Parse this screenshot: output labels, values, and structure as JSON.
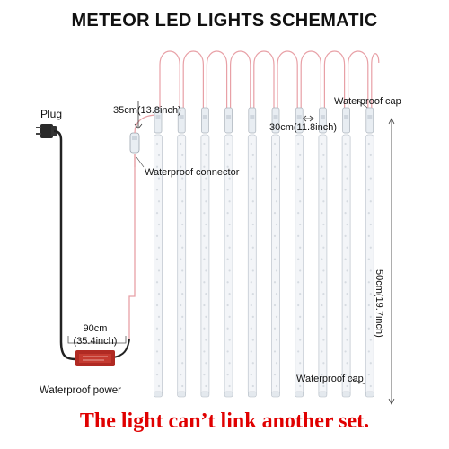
{
  "title": "METEOR LED LIGHTS SCHEMATIC",
  "labels": {
    "plug": "Plug",
    "segment_top": "35cm(13.8inch)",
    "tube_spacing": "30cm(11.8inch)",
    "waterproof_cap_top": "Waterproof cap",
    "waterproof_connector": "Waterproof connector",
    "tube_length": "50cm(19.7inch)",
    "power_cable_line1": "90cm",
    "power_cable_line2": "(35.4inch)",
    "waterproof_power": "Waterproof power",
    "waterproof_cap_bottom": "Waterproof cap"
  },
  "warning": "The light can’t link another set.",
  "tube_count": 10,
  "colors": {
    "wire": "#e8a0a6",
    "cable": "#222222",
    "warning": "#e00000",
    "tube": "#f3f5f8"
  }
}
